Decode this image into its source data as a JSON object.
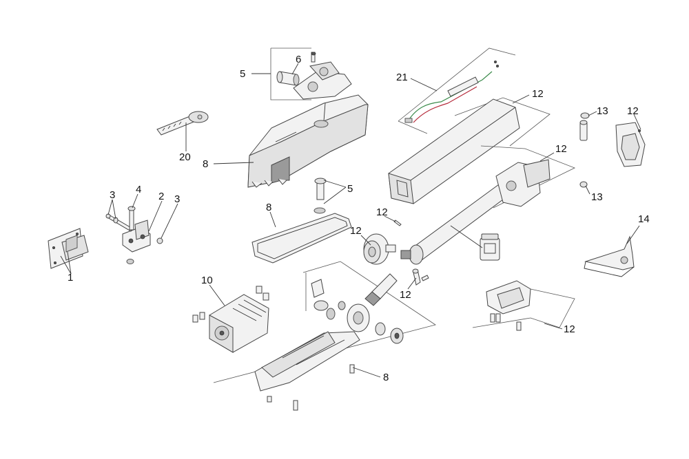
{
  "labels": {
    "l1": "1",
    "l2": "2",
    "l3a": "3",
    "l3b": "3",
    "l4": "4",
    "l5a": "5",
    "l5b": "5",
    "l6": "6",
    "l8a": "8",
    "l8b": "8",
    "l8c": "8",
    "l10": "10",
    "l12a": "12",
    "l12b": "12",
    "l12c": "12",
    "l12d": "12",
    "l12e": "12",
    "l12f": "12",
    "l12g": "12",
    "l13a": "13",
    "l13b": "13",
    "l14": "14",
    "l20": "20",
    "l21": "21"
  },
  "colors": {
    "line": "#333333",
    "part_fill": "#f2f2f2",
    "wire_red": "#b52a3a",
    "wire_green": "#3a8a4a"
  }
}
